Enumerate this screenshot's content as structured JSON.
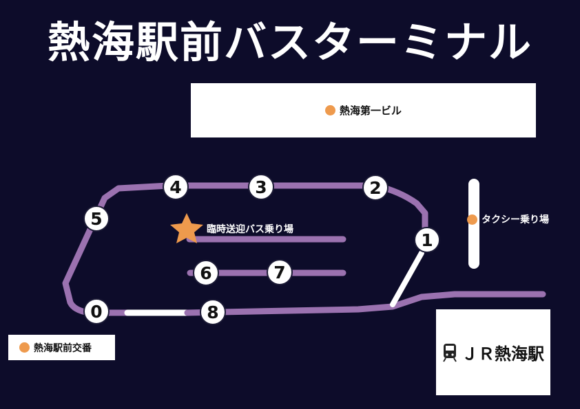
{
  "title": "熱海駅前バスターミナル",
  "buildings": {
    "first_building": "熱海第一ビル",
    "koban": "熱海駅前交番",
    "jr_station": "ＪＲ熱海駅"
  },
  "labels": {
    "taxi": "タクシー乗り場",
    "temporary_bus": "臨時送迎バス乗り場"
  },
  "bus_stops": [
    "0",
    "1",
    "2",
    "3",
    "4",
    "5",
    "6",
    "7",
    "8"
  ],
  "colors": {
    "background": "#0d0c2a",
    "route": "#9b72b0",
    "walkway": "#ffffff",
    "marker": "#ee9a4d"
  },
  "icons": {
    "location_dot": "orange-dot-icon",
    "star": "star-icon",
    "train": "train-icon"
  }
}
